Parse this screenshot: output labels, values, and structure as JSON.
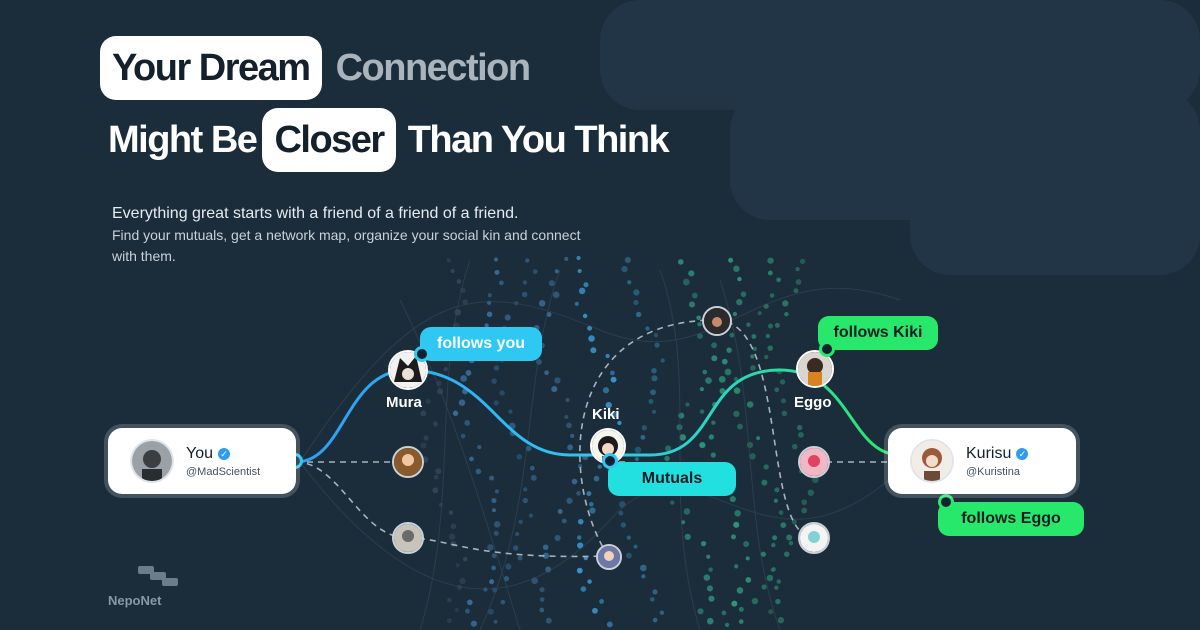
{
  "headline": {
    "line1_highlight": "Your Dream",
    "line1_rest": "Connection",
    "line2_start": "Might Be",
    "line2_highlight": "Closer",
    "line2_end": "Than You Think"
  },
  "subtitle": {
    "main": "Everything great starts with a friend of a friend of a friend.",
    "rest": "Find your mutuals, get a network map, organize your social kin and connect with them."
  },
  "cards": {
    "you": {
      "name": "You",
      "handle": "@MadScientist"
    },
    "kurisu": {
      "name": "Kurisu",
      "handle": "@Kuristina"
    }
  },
  "nodes": {
    "mura": "Mura",
    "kiki": "Kiki",
    "eggo": "Eggo"
  },
  "tags": {
    "follows_you": "follows you",
    "mutuals": "Mutuals",
    "follows_kiki": "follows Kiki",
    "follows_eggo": "follows Eggo"
  },
  "logo": {
    "name": "NepoNet"
  },
  "colors": {
    "background": "#1b2c3b",
    "accent_blue": "#2ec8f2",
    "accent_green": "#27e86a",
    "accent_cyan": "#22e0e0"
  },
  "icons": [
    "verified-icon",
    "neponet-logo-icon",
    "avatar-icon"
  ]
}
